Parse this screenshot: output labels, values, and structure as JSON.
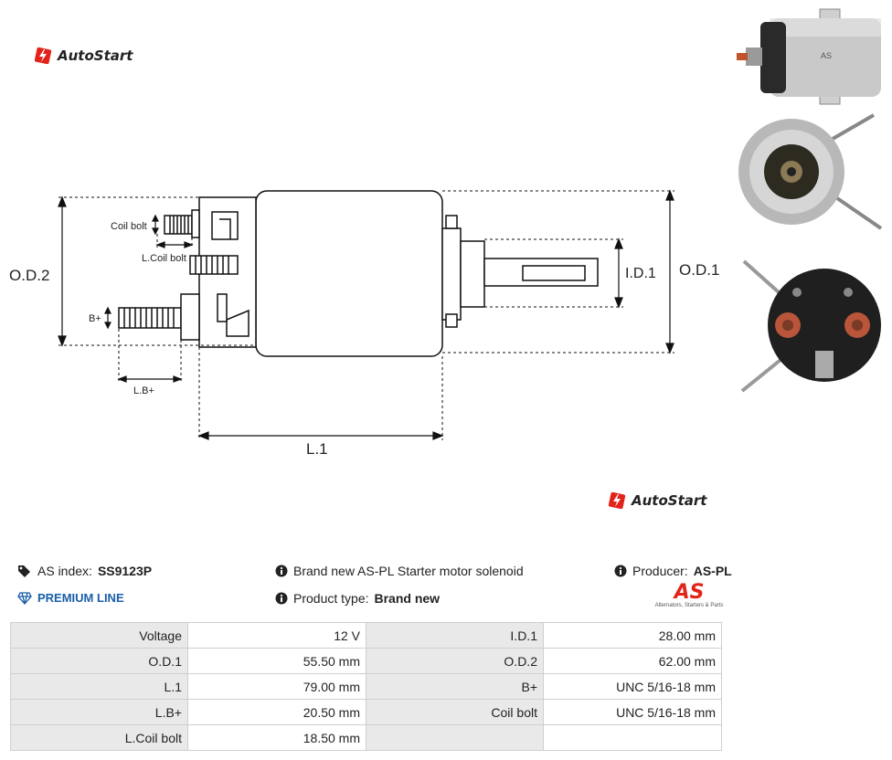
{
  "brand": {
    "name": "AutoStart"
  },
  "drawing": {
    "labels": {
      "od2": "O.D.2",
      "od1": "O.D.1",
      "id1": "I.D.1",
      "l1": "L.1",
      "coil_bolt": "Coil bolt",
      "l_coil_bolt": "L.Coil bolt",
      "b_plus": "B+",
      "l_b_plus": "L.B+"
    }
  },
  "product": {
    "as_index_label": "AS index:",
    "as_index_value": "SS9123P",
    "premium_label": "PREMIUM LINE",
    "description": "Brand new AS-PL Starter motor solenoid",
    "product_type_label": "Product type:",
    "product_type_value": "Brand new",
    "producer_label": "Producer:",
    "producer_value": "AS-PL",
    "producer_logo_text": "AS",
    "producer_tagline": "Alternators, Starters & Parts"
  },
  "specs": [
    {
      "k1": "Voltage",
      "v1": "12 V",
      "k2": "I.D.1",
      "v2": "28.00 mm"
    },
    {
      "k1": "O.D.1",
      "v1": "55.50 mm",
      "k2": "O.D.2",
      "v2": "62.00 mm"
    },
    {
      "k1": "L.1",
      "v1": "79.00 mm",
      "k2": "B+",
      "v2": "UNC 5/16-18 mm"
    },
    {
      "k1": "L.B+",
      "v1": "20.50 mm",
      "k2": "Coil bolt",
      "v2": "UNC 5/16-18 mm"
    },
    {
      "k1": "L.Coil bolt",
      "v1": "18.50 mm",
      "k2": "",
      "v2": ""
    }
  ],
  "colors": {
    "brand_red": "#e2231a",
    "premium_blue": "#1a5fa8",
    "table_key_bg": "#e9e9e9"
  },
  "icons": [
    "autostart-logo-icon",
    "tag-icon",
    "diamond-icon",
    "info-icon"
  ]
}
